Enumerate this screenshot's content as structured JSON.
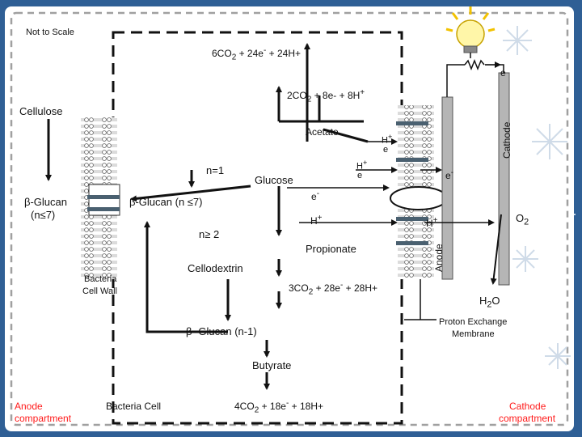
{
  "colors": {
    "background": "#2f5f95",
    "panel": "#ffffff",
    "compartment_labels": "#ff1a1a",
    "membrane_band": "#4a6070",
    "electrode": "#b5b5b5"
  },
  "icons": [
    "light-bulb-icon",
    "resistor-icon",
    "snowflake-icon"
  ],
  "labels": {
    "not_to_scale": "Not to Scale",
    "top_reaction": "6CO",
    "top_reaction_2": "2",
    "top_reaction_3": " + 24e",
    "top_reaction_4": "-",
    "top_reaction_5": " + 24H+",
    "electron_top": "e",
    "reaction_2co2": "2CO",
    "reaction_2co2_sub": "2",
    "reaction_2co2_rest": " + 8e- + 8H",
    "reaction_2co2_sup": "+",
    "cellulose": "Cellulose",
    "acetate": "Acetate",
    "cathode": "Cathode",
    "h_plus_upper": "H",
    "h_plus_upper_sup": "+",
    "e_upper": "e",
    "n_equals_1": "n=1",
    "glucose": "Glucose",
    "h_plus_mid": "H",
    "h_plus_mid_sup": "+",
    "e_mid": "e",
    "e_minus_right": "e",
    "e_minus_right_sup": "-",
    "e_minus_center": "e",
    "e_minus_center_sup": "-",
    "beta_glucan_left": "β-Glucan",
    "beta_glucan_left_2": "(n≤7)",
    "beta_glucan_mid": "β-Glucan (n ≤7)",
    "h_plus_center": "H",
    "h_plus_center_sup": "+",
    "h_plus_right": "H",
    "h_plus_right_sup": "+",
    "o2": "O",
    "o2_sub": "2",
    "n_ge_2": "n≥ 2",
    "anode": "Anode",
    "propionate": "Propionate",
    "cellodextrin": "Cellodextrin",
    "bacteria_cell_wall": "Bacteria",
    "bacteria_cell_wall_2": "Cell Wall",
    "reaction_3co2": "3CO",
    "reaction_3co2_sub": "2",
    "reaction_3co2_rest": " + 28e",
    "reaction_3co2_sup": "-",
    "reaction_3co2_end": " + 28H+",
    "h2o": "H",
    "h2o_sub": "2",
    "h2o_end": "O",
    "beta_glucan_n1": "β- Glucan (n-1)",
    "pem": "Proton Exchange",
    "pem_2": "Membrane",
    "butyrate": "Butyrate",
    "anode_compartment": "Anode",
    "anode_compartment_2": "compartment",
    "bacteria_cell": "Bacteria Cell",
    "reaction_4co2": "4CO",
    "reaction_4co2_sub": "2",
    "reaction_4co2_rest": " + 18e",
    "reaction_4co2_sup": "-",
    "reaction_4co2_end": " + 18H+",
    "cathode_compartment": "Cathode",
    "cathode_compartment_2": "compartment"
  }
}
